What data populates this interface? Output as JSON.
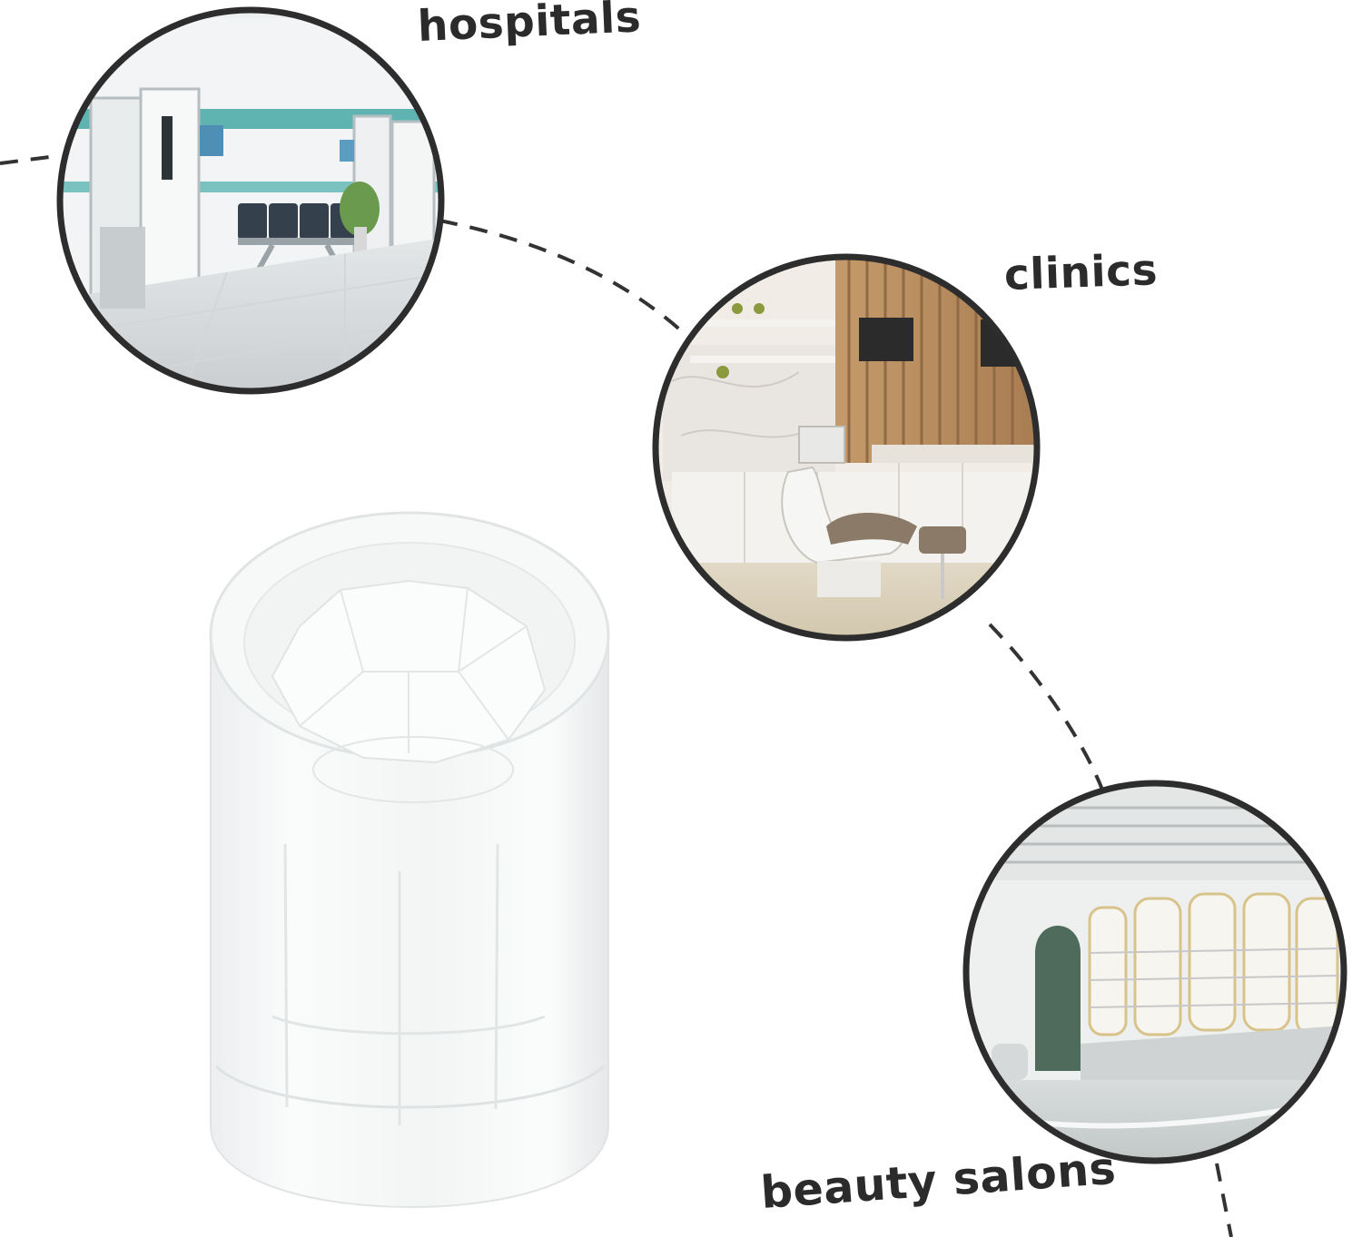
{
  "labels": {
    "hospitals": "hospitals",
    "clinics": "clinics",
    "beauty_salons": "beauty salons"
  },
  "colors": {
    "background": "#ffffff",
    "label_text": "#2b2b2b",
    "ring": "#2d2d2d",
    "dashed_line": "#333333",
    "hospital_accent": "#5fb3b0",
    "clinic_wood": "#b58b5e",
    "salon_accent": "#4e6b5c",
    "product": "#f1f3f3"
  },
  "icons": {
    "hospital_scene": "hospital-corridor-photo",
    "clinic_scene": "dental-clinic-photo",
    "salon_scene": "beauty-salon-photo",
    "product": "silicone-cylinder-product"
  }
}
